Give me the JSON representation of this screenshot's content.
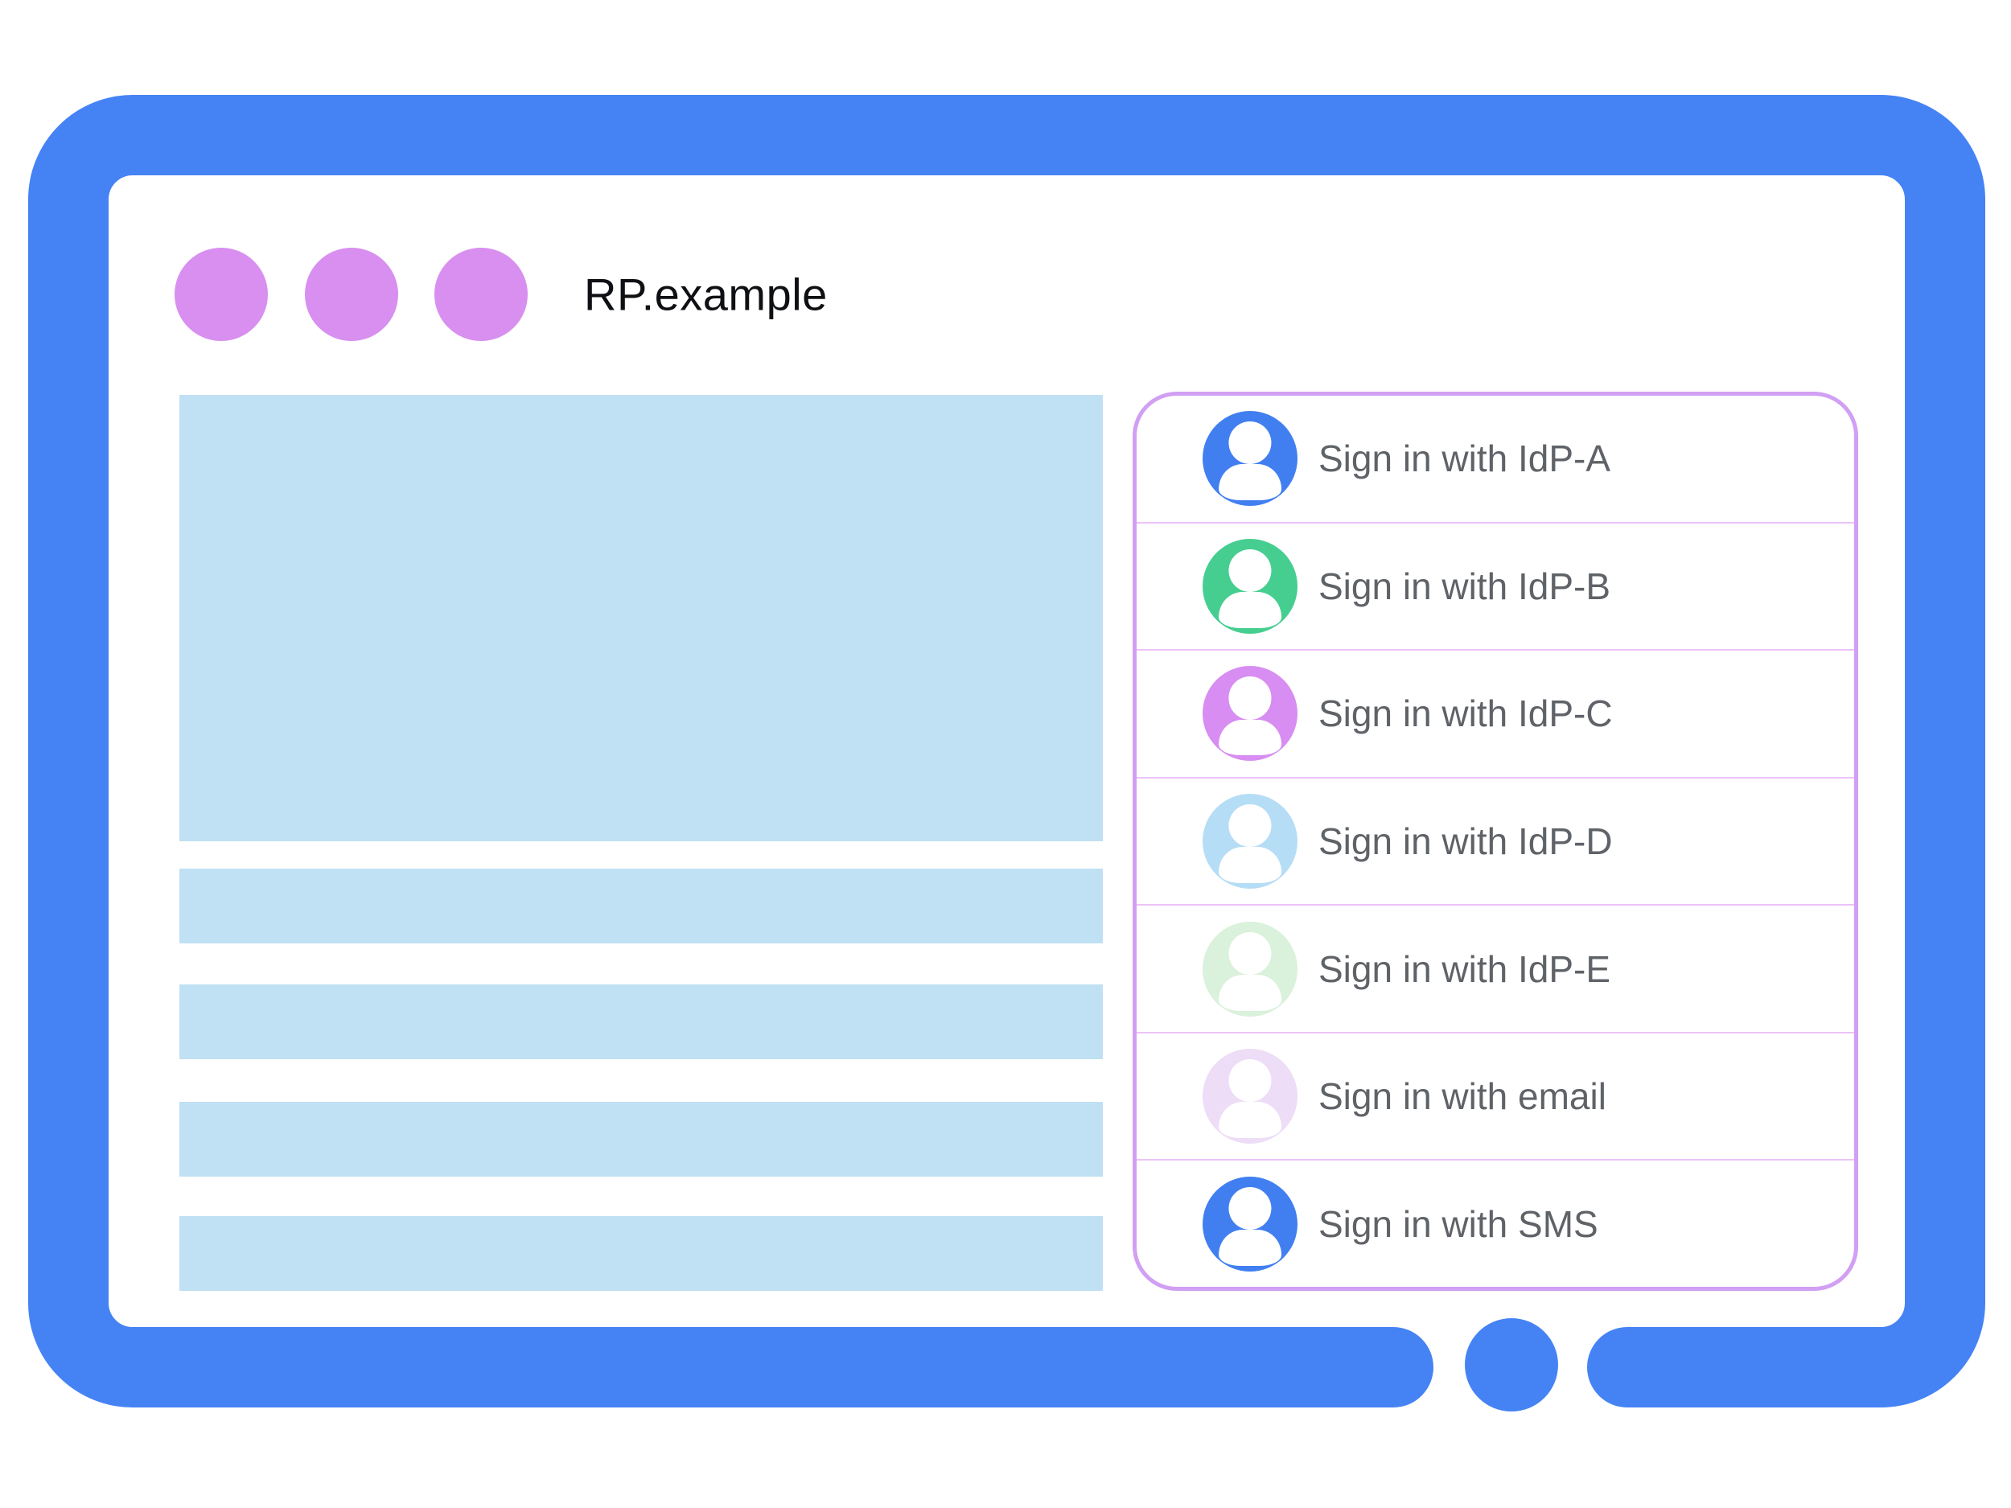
{
  "window": {
    "title": "RP.example",
    "controls": [
      "window-dot",
      "window-dot",
      "window-dot"
    ]
  },
  "content": {
    "placeholder_blocks": [
      "hero-block",
      "text-line",
      "text-line",
      "text-line",
      "text-line"
    ]
  },
  "signin": {
    "options": [
      {
        "id": "idp-a",
        "label": "Sign in with IdP-A",
        "avatar_color": "#417ff1"
      },
      {
        "id": "idp-b",
        "label": "Sign in with IdP-B",
        "avatar_color": "#46ce90"
      },
      {
        "id": "idp-c",
        "label": "Sign in with IdP-C",
        "avatar_color": "#d78df1"
      },
      {
        "id": "idp-d",
        "label": "Sign in with IdP-D",
        "avatar_color": "#b6ddf6"
      },
      {
        "id": "idp-e",
        "label": "Sign in with IdP-E",
        "avatar_color": "#daf1db"
      },
      {
        "id": "email",
        "label": "Sign in with email",
        "avatar_color": "#edddf7"
      },
      {
        "id": "sms",
        "label": "Sign in with SMS",
        "avatar_color": "#417ff1"
      }
    ]
  },
  "colors": {
    "frame_blue": "#4583f5",
    "placeholder_blue": "#c0e0f4",
    "accent_purple": "#d88ff0",
    "panel_border": "#d19ff3",
    "divider": "#ecc3f8",
    "option_text": "#5f6368"
  }
}
